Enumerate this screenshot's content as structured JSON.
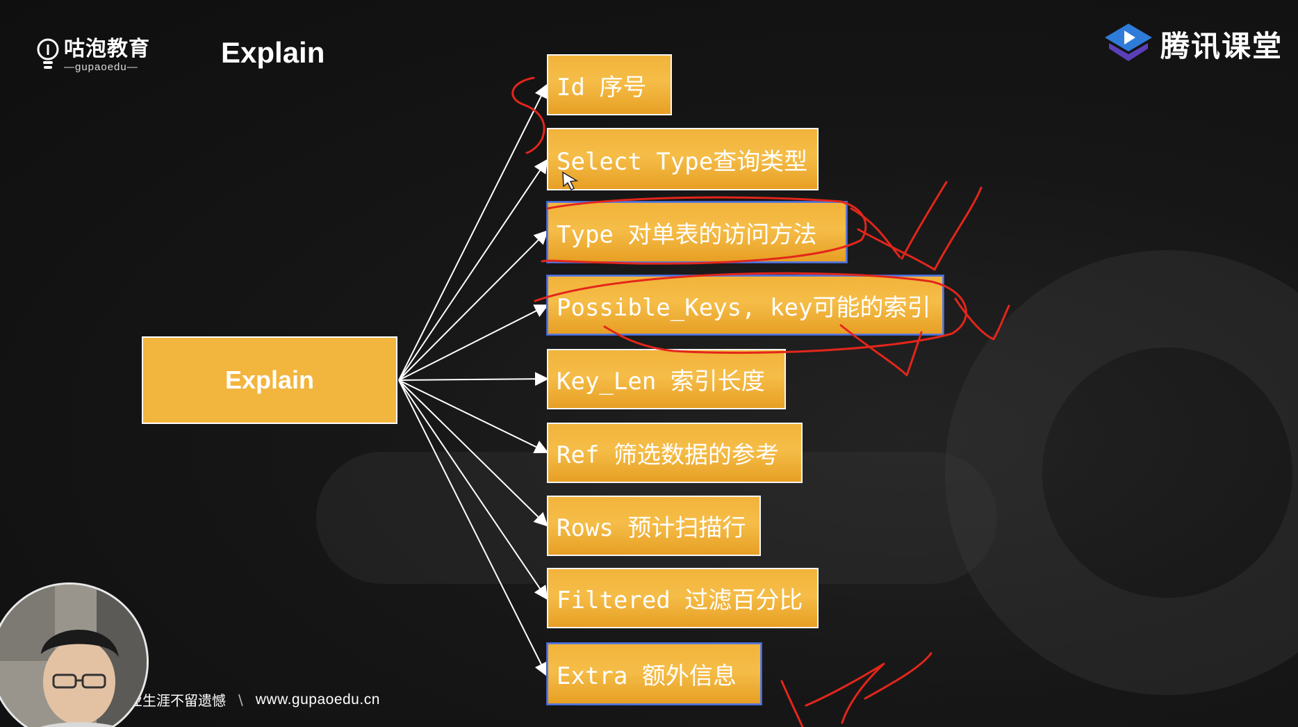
{
  "header": {
    "brand_cn": "咕泡教育",
    "brand_en": "—gupaoedu—",
    "page_title": "Explain",
    "platform_name": "腾讯课堂"
  },
  "diagram": {
    "root_label": "Explain",
    "nodes": [
      {
        "label": "Id 序号"
      },
      {
        "label": "Select Type查询类型"
      },
      {
        "label": "Type 对单表的访问方法"
      },
      {
        "label": "Possible_Keys, key可能的索引"
      },
      {
        "label": "Key_Len 索引长度"
      },
      {
        "label": "Ref 筛选数据的参考"
      },
      {
        "label": "Rows 预计扫描行"
      },
      {
        "label": "Filtered 过滤百分比"
      },
      {
        "label": "Extra 额外信息"
      }
    ]
  },
  "footer": {
    "slogan": "业生涯不留遗憾",
    "separator": "\\",
    "url": "www.gupaoedu.cn"
  },
  "colors": {
    "node_fill": "#f2b53d",
    "annotation_ink": "#e3261b",
    "highlight_border": "#5a79d8",
    "background": "#141414"
  },
  "icons": {
    "brand_logo": "lightbulb-icon",
    "platform_logo": "tencent-classroom-icon",
    "pointer": "mouse-cursor-icon"
  }
}
